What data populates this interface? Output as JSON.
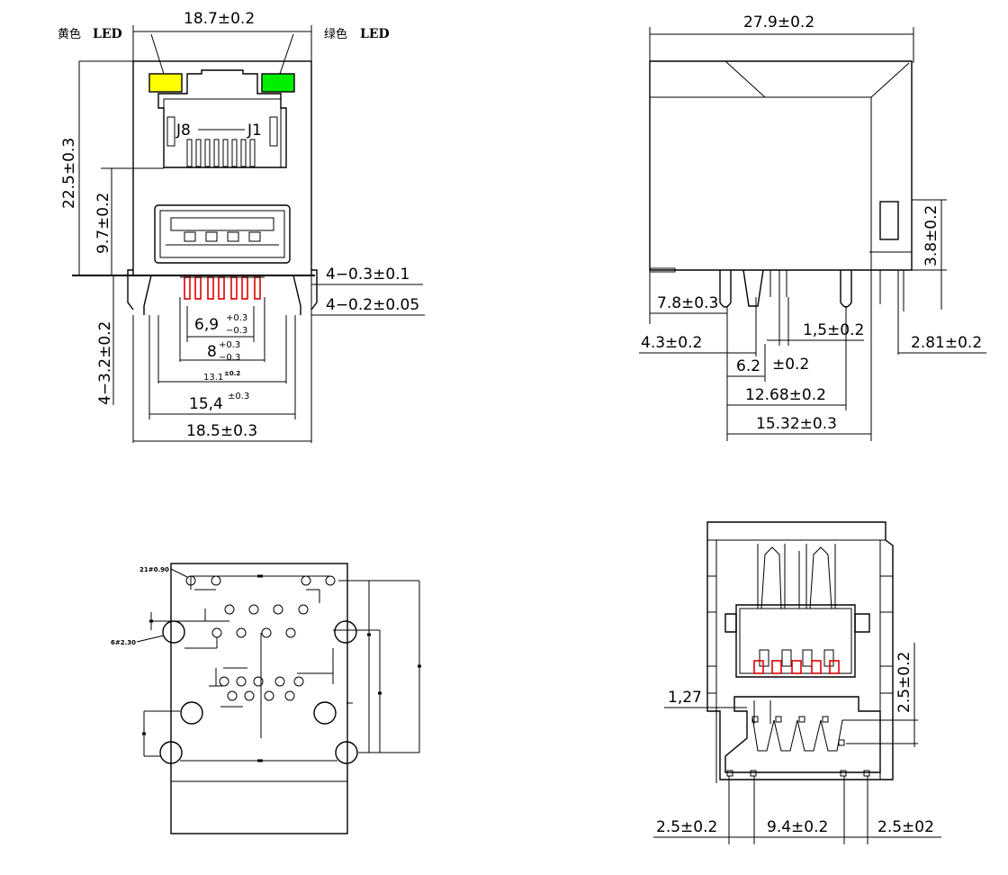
{
  "front_view": {
    "top_width": "18.7±0.2",
    "yellow_led_label": "黄色",
    "green_led_label": "绿色",
    "led_word": "LED",
    "height_total": "22.5±0.3",
    "height_usb": "9.7±0.2",
    "pin_a": "4−0.3±0.1",
    "pin_b": "4−0.2±0.05",
    "pin_length": "4−3.2±0.2",
    "pitch_69": "6,9",
    "pitch_69_tol_plus": "+0.3",
    "pitch_69_tol_minus": "−0.3",
    "pitch_8": "8",
    "pitch_8_tol_plus": "+0.3",
    "pitch_8_tol_minus": "−0.3",
    "width_131": "13.1",
    "width_131_tol": "±0.2",
    "width_154": "15,4",
    "width_154_tol": "±0.3",
    "width_185": "18.5±0.3",
    "label_j8": "J8",
    "label_j1": "J1",
    "colors": {
      "yellow": "#ffff00",
      "green": "#00ee00",
      "pin_red": "#e00000"
    }
  },
  "side_view": {
    "length": "27.9±0.2",
    "height_38": "3.8±0.2",
    "dim_78": "7.8±0.3",
    "dim_43": "4.3±0.2",
    "dim_15": "1,5±0.2",
    "dim_281": "2.81±0.2",
    "dim_62": "6.2",
    "dim_62_tol": "±0.2",
    "dim_1268": "12.68±0.2",
    "dim_1532": "15.32±0.3"
  },
  "footprint_view": {
    "hole_small": "21#0.90",
    "hole_large": "6#2.30"
  },
  "rear_view": {
    "pitch_127": "1,27",
    "height_25": "2.5±0.2",
    "left_25": "2.5±0.2",
    "center_94": "9.4±0.2",
    "right_25": "2.5±02"
  }
}
